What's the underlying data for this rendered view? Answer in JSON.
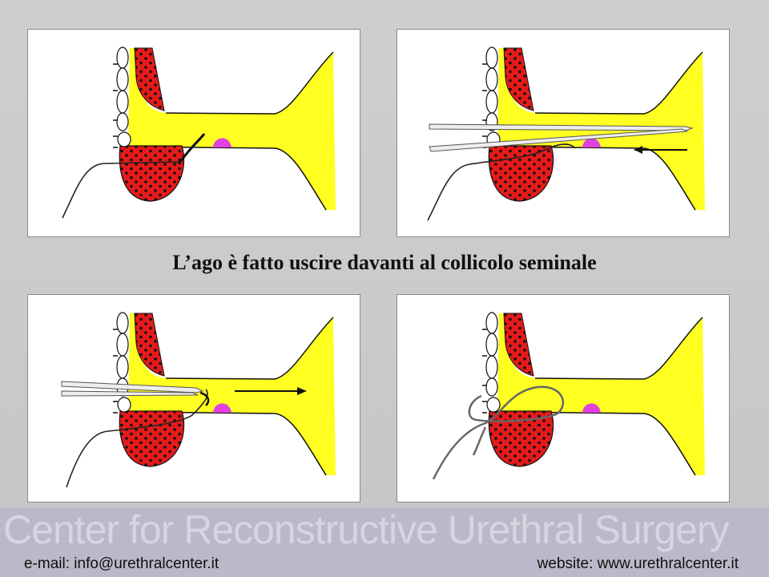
{
  "caption": "L’ago è fatto uscire davanti al collicolo seminale",
  "footer": {
    "watermark": "Center for Reconstructive Urethral Surgery",
    "email": "e-mail: info@urethralcenter.it",
    "website": "website: www.urethralcenter.it"
  },
  "colors": {
    "urethra": "#ffff22",
    "tissue": "#e51a1a",
    "verumontanum": "#e040e0"
  },
  "panels": [
    {
      "step": 1,
      "content": "needle-through-prostate"
    },
    {
      "step": 2,
      "content": "needle-holder-retrograde"
    },
    {
      "step": 3,
      "content": "needle-exits-before-verumontanum"
    },
    {
      "step": 4,
      "content": "suture-loop"
    }
  ]
}
